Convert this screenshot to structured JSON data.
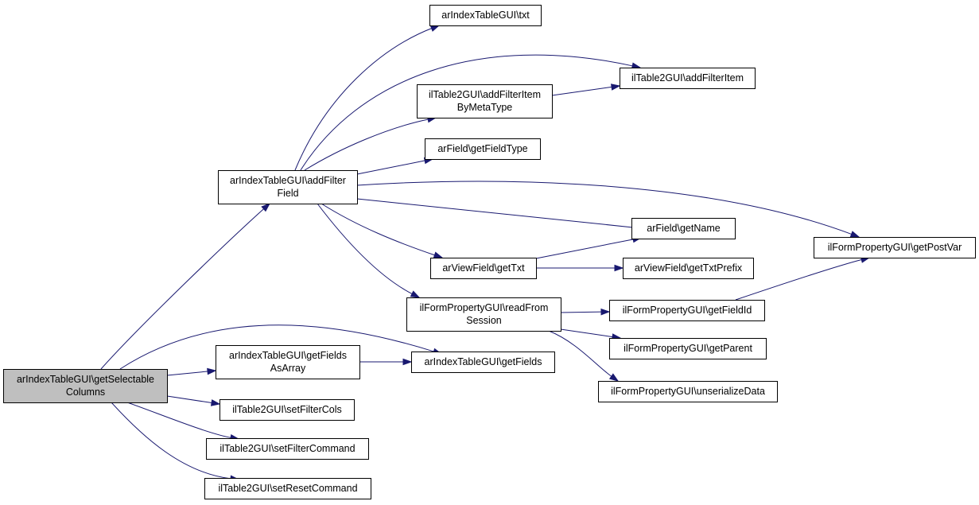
{
  "nodes": [
    {
      "id": "root",
      "lines": [
        "arIndexTableGUI\\getSelectable",
        "Columns"
      ],
      "highlight": true
    },
    {
      "id": "addFilterField",
      "lines": [
        "arIndexTableGUI\\addFilter",
        "Field"
      ]
    },
    {
      "id": "getFieldsAsArray",
      "lines": [
        "arIndexTableGUI\\getFields",
        "AsArray"
      ]
    },
    {
      "id": "setFilterCols",
      "lines": [
        "ilTable2GUI\\setFilterCols"
      ]
    },
    {
      "id": "setFilterCommand",
      "lines": [
        "ilTable2GUI\\setFilterCommand"
      ]
    },
    {
      "id": "setResetCommand",
      "lines": [
        "ilTable2GUI\\setResetCommand"
      ]
    },
    {
      "id": "txt",
      "lines": [
        "arIndexTableGUI\\txt"
      ]
    },
    {
      "id": "addFilterItemByMetaType",
      "lines": [
        "ilTable2GUI\\addFilterItem",
        "ByMetaType"
      ]
    },
    {
      "id": "getFieldType",
      "lines": [
        "arField\\getFieldType"
      ]
    },
    {
      "id": "getTxt",
      "lines": [
        "arViewField\\getTxt"
      ]
    },
    {
      "id": "readFromSession",
      "lines": [
        "ilFormPropertyGUI\\readFrom",
        "Session"
      ]
    },
    {
      "id": "getFields",
      "lines": [
        "arIndexTableGUI\\getFields"
      ]
    },
    {
      "id": "addFilterItem",
      "lines": [
        "ilTable2GUI\\addFilterItem"
      ]
    },
    {
      "id": "getName",
      "lines": [
        "arField\\getName"
      ]
    },
    {
      "id": "getTxtPrefix",
      "lines": [
        "arViewField\\getTxtPrefix"
      ]
    },
    {
      "id": "getFieldId",
      "lines": [
        "ilFormPropertyGUI\\getFieldId"
      ]
    },
    {
      "id": "getParent",
      "lines": [
        "ilFormPropertyGUI\\getParent"
      ]
    },
    {
      "id": "unserializeData",
      "lines": [
        "ilFormPropertyGUI\\unserializeData"
      ]
    },
    {
      "id": "getPostVar",
      "lines": [
        "ilFormPropertyGUI\\getPostVar"
      ]
    }
  ],
  "edges": [
    {
      "from": "root",
      "to": "addFilterField"
    },
    {
      "from": "root",
      "to": "getFieldsAsArray"
    },
    {
      "from": "root",
      "to": "getFields"
    },
    {
      "from": "root",
      "to": "setFilterCols"
    },
    {
      "from": "root",
      "to": "setFilterCommand"
    },
    {
      "from": "root",
      "to": "setResetCommand"
    },
    {
      "from": "addFilterField",
      "to": "txt"
    },
    {
      "from": "addFilterField",
      "to": "addFilterItem"
    },
    {
      "from": "addFilterField",
      "to": "addFilterItemByMetaType"
    },
    {
      "from": "addFilterField",
      "to": "getFieldType"
    },
    {
      "from": "addFilterField",
      "to": "getPostVar"
    },
    {
      "from": "addFilterField",
      "to": "getName"
    },
    {
      "from": "addFilterField",
      "to": "getTxt"
    },
    {
      "from": "addFilterField",
      "to": "readFromSession"
    },
    {
      "from": "addFilterItemByMetaType",
      "to": "addFilterItem"
    },
    {
      "from": "getTxt",
      "to": "getName"
    },
    {
      "from": "getTxt",
      "to": "getTxtPrefix"
    },
    {
      "from": "readFromSession",
      "to": "getFieldId"
    },
    {
      "from": "readFromSession",
      "to": "getParent"
    },
    {
      "from": "readFromSession",
      "to": "unserializeData"
    },
    {
      "from": "getFieldId",
      "to": "getPostVar"
    },
    {
      "from": "getFieldsAsArray",
      "to": "getFields"
    }
  ]
}
